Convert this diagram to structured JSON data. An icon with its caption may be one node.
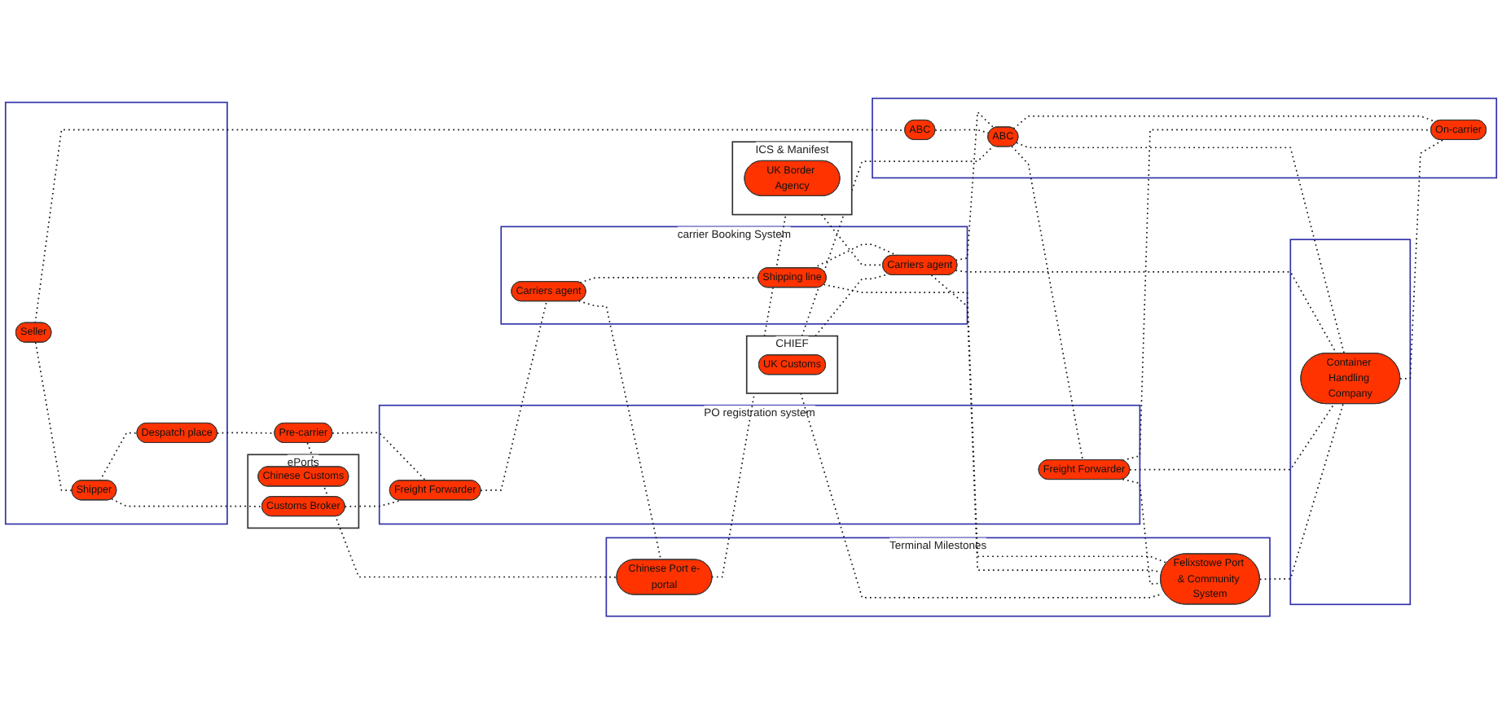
{
  "diagram": {
    "nodes": [
      {
        "text": [],
        "shape": "box"
      },
      {
        "text": [
          "Seller"
        ],
        "in": 0
      },
      {
        "text": [
          "Shipper"
        ],
        "in": 0
      },
      {
        "text": [
          "Despatch place"
        ],
        "in": 0
      },
      {
        "text": [
          "ePorts"
        ]
      },
      {
        "text": [
          "Chinese Customs"
        ],
        "in": 4
      },
      {
        "text": [
          "Customs Broker"
        ],
        "in": 4
      },
      {
        "text": [
          "ICS & Manifest"
        ]
      },
      {
        "text": [
          "UK Border Agency"
        ],
        "in": 7
      },
      {
        "text": [
          "CHIEF"
        ]
      },
      {
        "text": [
          "UK Customs"
        ],
        "in": 9
      },
      {
        "text": [],
        "shape": "box"
      },
      {
        "text": [
          "ABC"
        ],
        "in": 11
      },
      {
        "text": [
          "ABC"
        ],
        "in": 11
      },
      {
        "text": [
          "On-carrier"
        ],
        "in": 11
      },
      {
        "text": [
          "carrier Booking System"
        ]
      },
      {
        "text": [
          "Carriers agent"
        ],
        "in": 15
      },
      {
        "text": [
          "Shipping line"
        ],
        "in": 15
      },
      {
        "text": [
          "Carriers agent"
        ],
        "in": 15
      },
      {
        "text": [
          "PO registration system"
        ]
      },
      {
        "text": [
          "Freight Forwarder"
        ],
        "in": 19
      },
      {
        "text": [
          "Freight Forwarder"
        ],
        "in": 19
      },
      {
        "text": [
          "Terminal Milestones"
        ]
      },
      {
        "text": [
          "Chinese Port e-portal"
        ],
        "in": 22
      },
      {
        "text": [
          "Felixstowe Port & Community System"
        ],
        "in": 22
      },
      {
        "text": [
          "Pre-carrier"
        ]
      },
      {
        "text": [],
        "shape": "box"
      },
      {
        "text": [
          "Container Handling Company"
        ],
        "in": 26
      }
    ],
    "edges": [
      {
        "from": 1,
        "to": 12,
        "arrow": "none",
        "style": "dashed"
      },
      {
        "from": 1,
        "to": 2,
        "arrow": "none",
        "style": "dashed"
      },
      {
        "from": 2,
        "to": 3,
        "arrow": "none",
        "style": "dashed"
      },
      {
        "from": 2,
        "to": 6,
        "arrow": "none",
        "style": "dashed"
      },
      {
        "from": 3,
        "to": 25,
        "arrow": "none",
        "style": "dashed"
      },
      {
        "from": 25,
        "to": 23,
        "arrow": "none",
        "style": "dashed"
      },
      {
        "from": 25,
        "to": 20,
        "arrow": "none",
        "style": "dashed"
      },
      {
        "from": 6,
        "to": 20,
        "arrow": "none",
        "style": "dashed"
      },
      {
        "from": 20,
        "to": 16,
        "arrow": "none",
        "style": "dashed"
      },
      {
        "from": 16,
        "to": 17,
        "arrow": "none",
        "style": "dashed"
      },
      {
        "from": 16,
        "to": 23,
        "arrow": "none",
        "style": "dashed"
      },
      {
        "from": 23,
        "to": 7,
        "arrow": "none",
        "style": "dashed"
      },
      {
        "from": 17,
        "to": 18,
        "arrow": "none",
        "style": "dashed"
      },
      {
        "from": 17,
        "to": 24,
        "arrow": "none",
        "style": "dashed"
      },
      {
        "from": 7,
        "to": 18,
        "arrow": "none",
        "style": "dashed"
      },
      {
        "from": 18,
        "to": 13,
        "arrow": "none",
        "style": "dashed"
      },
      {
        "from": 18,
        "to": 24,
        "arrow": "none",
        "style": "dashed"
      },
      {
        "from": 18,
        "to": 27,
        "arrow": "none",
        "style": "dashed"
      },
      {
        "from": 9,
        "to": 18,
        "arrow": "none",
        "style": "dashed"
      },
      {
        "from": 9,
        "to": 24,
        "arrow": "none",
        "style": "dashed"
      },
      {
        "from": 9,
        "to": 13,
        "arrow": "none",
        "style": "dashed"
      },
      {
        "from": 12,
        "to": 13,
        "arrow": "none",
        "style": "dashed"
      },
      {
        "from": 13,
        "to": 14,
        "arrow": "none",
        "style": "dashed"
      },
      {
        "from": 13,
        "to": 21,
        "arrow": "none",
        "style": "dashed"
      },
      {
        "from": 13,
        "to": 27,
        "arrow": "none",
        "style": "dashed"
      },
      {
        "from": 21,
        "to": 24,
        "arrow": "none",
        "style": "dashed"
      },
      {
        "from": 21,
        "to": 27,
        "arrow": "none",
        "style": "dashed"
      },
      {
        "from": 21,
        "to": 14,
        "arrow": "none",
        "style": "dashed"
      },
      {
        "from": 24,
        "to": 27,
        "arrow": "none",
        "style": "dashed"
      },
      {
        "from": 27,
        "to": 14,
        "arrow": "none",
        "style": "dashed"
      }
    ]
  }
}
